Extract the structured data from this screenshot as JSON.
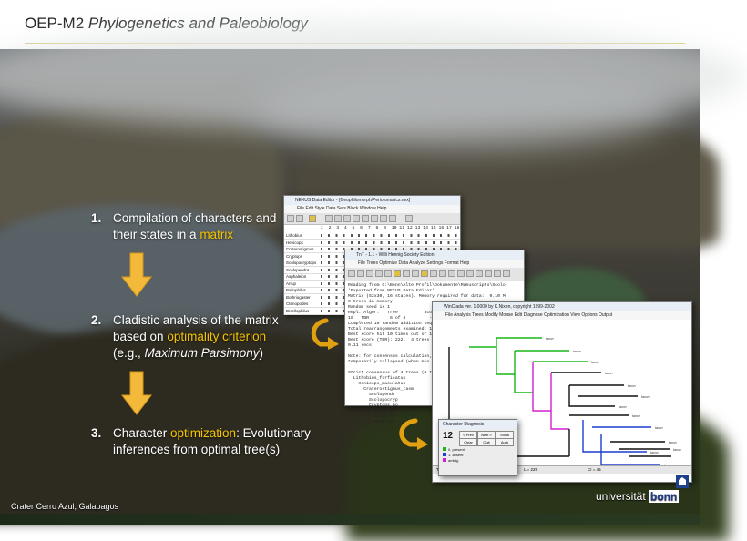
{
  "header": {
    "title_prefix": "OEP-M2 ",
    "title_italic": "Phylogenetics and Paleobiology"
  },
  "steps": [
    {
      "num": "1.",
      "text_a": "Compilation of characters and their states in a ",
      "highlight": "matrix",
      "text_b": ""
    },
    {
      "num": "2.",
      "text_a": "Cladistic analysis of the matrix based on ",
      "highlight": "optimality criterion",
      "text_b": "",
      "line3_pre": "(e.g., ",
      "line3_italic": "Maximum Parsimony",
      "line3_post": ")"
    },
    {
      "num": "3.",
      "text_a": "Character ",
      "highlight": "optimization",
      "text_b": ": Evolutionary inferences from optimal tree(s)"
    }
  ],
  "windows": {
    "nexus": {
      "title": "NEXUS Data Editor - [Geophilomorph/Periotomatics.nex]",
      "menu": "File   Edit   Style   Data   Sets   Block   Window   Help",
      "taxa": [
        "Lithobius",
        "Henicops",
        "Craterostigmus",
        "Cryptops",
        "Scolopocryptops",
        "Scolopendra",
        "Asphaleion",
        "Arrup",
        "Ballophilus",
        "Bothriogaster",
        "Ctenopodes",
        "Dicellophilus"
      ],
      "cols": "1  2  3  4  5  6  7  8  9  10 11 12 13 14 15 16 17 18"
    },
    "tnt": {
      "title": "TnT - 1.1 - Willi Hennig Society Edition",
      "menu": "File  Trees  Optimize  Data  Analyze  Settings  Format  Help",
      "log": "Reading from C:\\Bonn\\Alte Profil\\Dokumente\\Manuscripts\\Scolo\n'Exported from NEXUS Data Editor'\nMatrix (52x30, 16 states). Memory required for data:  0.10 M\n0 trees in memory\nRandom seed is 1\nRepl. Algor.   Tree          Score    Best Score  Time\n10   TBR        6 of 6         -        0:00:00\nCompleted 10 random addition sequences.\nTotal rearrangements examined: 1,154,384\nBest score hit 10 times out of 10.\nBest score (TBR): 222.  4 trees retained.\n0.11 secs.\n\nNote: for consensus calculation, trees\ntemporarily collapsed (when min. len\n\nStrict consensus of 4 trees (0 t\n  Lithobius_forficatus\n    Henicops_maculatus\n      Craterostigmus_tasm\n        Scolopendr\n        Scolopocryp\n        Cryptops_ho\n          Cryptop\n          Arrup_ho\n          Mecisto"
    },
    "winclada": {
      "title": "WinClada ver. 1.0000   by K.Nixon, copyright 1999-2002",
      "menu": "File  Analysis  Trees  Modify  Mouse  Edit  Diagnose  Optimization  View  Options  Output",
      "status_left": "Tree 1 of 1",
      "status_mid": "L = 229",
      "status_right": "CI = 45"
    },
    "diagnosis": {
      "title": "Character Diagnosis",
      "char_num": "12",
      "buttons": [
        "< Prev",
        "Next >",
        "Show",
        "Clear",
        "Quit",
        "Auto"
      ],
      "states": [
        "0. present",
        "1. absent",
        "ambig."
      ]
    }
  },
  "footer": {
    "caption": "Crater Cerro Azul, Galapagos",
    "logo_text": "universität ",
    "logo_bonn": "bonn"
  },
  "colors": {
    "highlight": "#f5c400",
    "arrow": "#f2b93a",
    "curve": "#e0a010",
    "tree_green": "#18b818",
    "tree_magenta": "#d020d0"
  }
}
